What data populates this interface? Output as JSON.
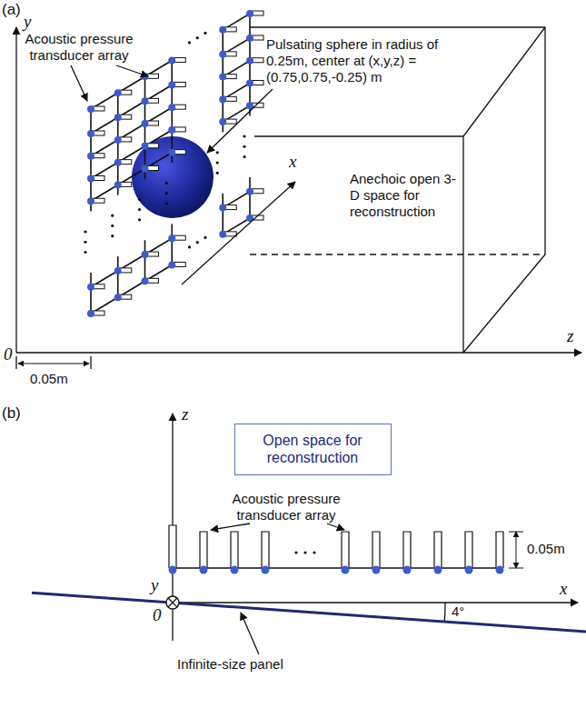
{
  "diagram": {
    "nodes": [
      {
        "text": [
          "Open space for reconstruction"
        ]
      }
    ],
    "labels": [
      "(a)",
      "y",
      "Acoustic pressure transducer array",
      "Pulsating sphere in radius of 0.25m, center at (x,y,z) = (0.75,0.75,-0.25) m",
      "x",
      "Anechoic open 3-D space for reconstruction",
      "z",
      "0",
      "0.05m",
      "(b)",
      "z",
      "Acoustic pressure transducer array",
      "0.05m",
      "y",
      "0",
      "4°",
      "x",
      "Infinite-size panel"
    ]
  }
}
